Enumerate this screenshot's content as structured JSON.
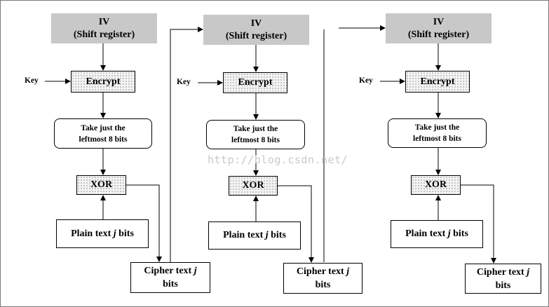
{
  "iv": {
    "line1": "IV",
    "line2": "(Shift register)"
  },
  "key_label": "Key",
  "encrypt_label": "Encrypt",
  "select": {
    "line1": "Take just the",
    "line2": "leftmost 8 bits"
  },
  "xor_label": "XOR",
  "plaintext": {
    "prefix": "Plain text ",
    "var": "j",
    "suffix": " bits"
  },
  "ciphertext": {
    "line1_prefix": "Cipher text ",
    "line1_var": "j",
    "line2": "bits"
  },
  "watermark": "http://blog.csdn.net/",
  "colors": {
    "iv_fill": "#c8c8c8",
    "line": "#000000",
    "watermark": "#c9c9c9"
  }
}
